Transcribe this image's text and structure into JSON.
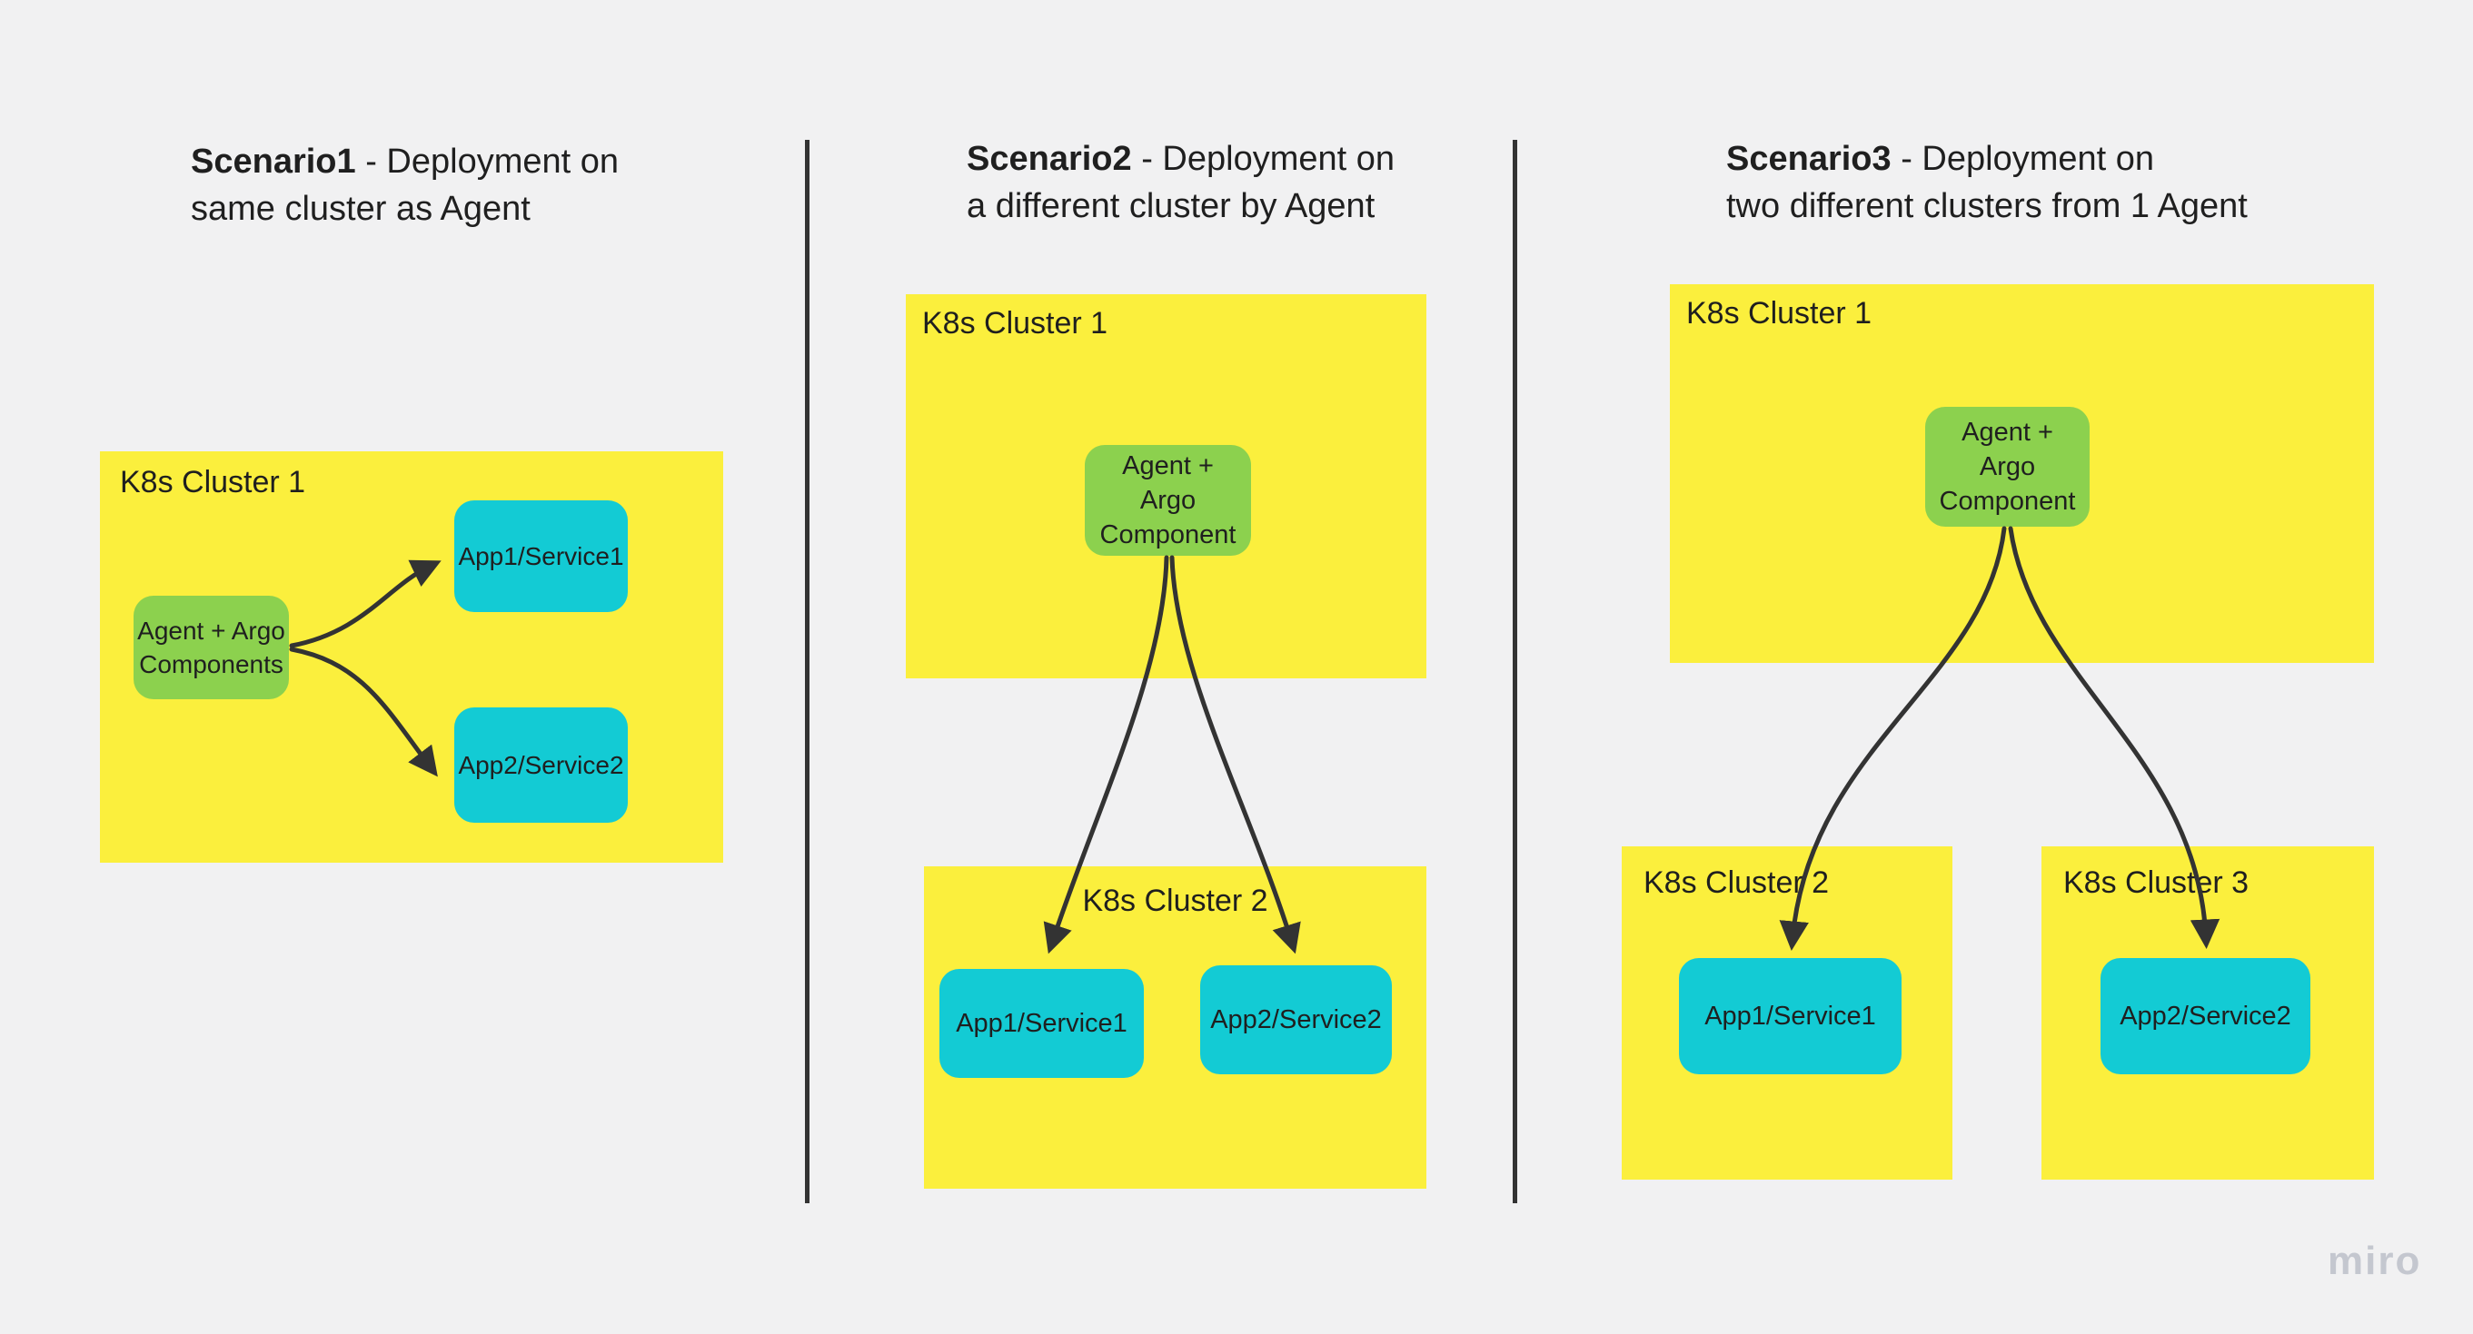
{
  "colors": {
    "background": "#f1f1f2",
    "cluster_fill": "#fbef3d",
    "agent_fill": "#8cd14e",
    "app_fill": "#13cbd4",
    "line": "#333333",
    "text": "#1f1f1f",
    "watermark": "#c4c7cf"
  },
  "watermark": "miro",
  "s1": {
    "title_bold": "Scenario1",
    "title_rest": " - Deployment on\nsame cluster as Agent",
    "cluster1_label": "K8s Cluster 1",
    "agent_label": "Agent + Argo\nComponents",
    "app1_label": "App1/Service1",
    "app2_label": "App2/Service2"
  },
  "s2": {
    "title_bold": "Scenario2",
    "title_rest": " - Deployment on\na different cluster by Agent",
    "cluster1_label": "K8s Cluster 1",
    "agent_label": "Agent +\nArgo\nComponent",
    "cluster2_label": "K8s Cluster 2",
    "app1_label": "App1/Service1",
    "app2_label": "App2/Service2"
  },
  "s3": {
    "title_bold": "Scenario3",
    "title_rest": " - Deployment on\ntwo different clusters from 1 Agent",
    "cluster1_label": "K8s Cluster 1",
    "agent_label": "Agent +\nArgo\nComponent",
    "cluster2_label": "K8s Cluster 2",
    "cluster3_label": "K8s Cluster 3",
    "app1_label": "App1/Service1",
    "app2_label": "App2/Service2"
  }
}
